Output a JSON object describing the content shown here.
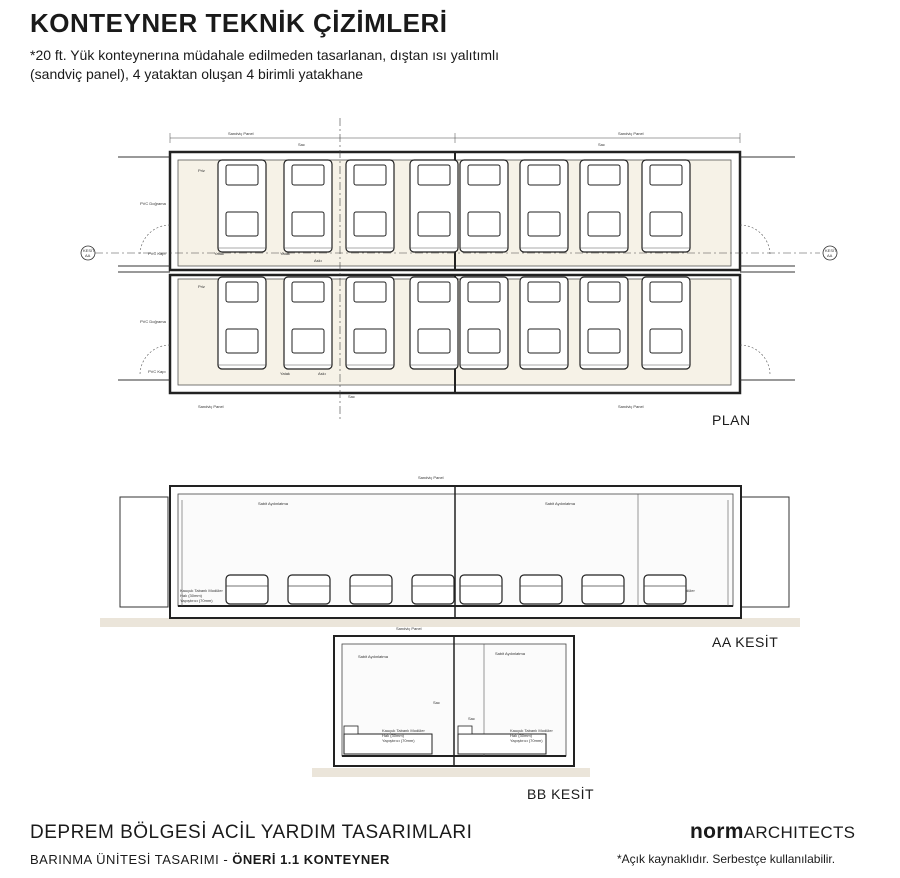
{
  "header": {
    "title": "KONTEYNER TEKNİK ÇİZİMLERİ",
    "subtitle_line1": "*20 ft. Yük konteynerına müdahale edilmeden tasarlanan, dıştan ısı yalıtımlı",
    "subtitle_line2": "(sandviç panel), 4 yataktan oluşan 4 birimli yatakhane"
  },
  "drawings": {
    "plan_label": "PLAN",
    "aa_label": "AA KESİT",
    "bb_label": "BB KESİT",
    "plan_notes": {
      "sandvic_panel": "Sandviç Panel",
      "sac": "Sac",
      "priz": "Priz",
      "pvc_dograma": "PVC Doğrama",
      "pvc_kapi": "PVC Kapı",
      "yatak": "Yatak",
      "aski": "Askı",
      "kesit": "KESİT",
      "aa": "AA"
    },
    "section_notes": {
      "sandvic_panel": "Sandviç Panel",
      "sabit_aydinlatma": "Sabit Aydınlatma",
      "kaucuk": "Kauçuk Tabanlı Modüler",
      "hali": "Halı (30mm)",
      "yapistirici": "Yapıştırıcı (70mm)",
      "sac": "Sac"
    }
  },
  "footer": {
    "line1": "DEPREM BÖLGESİ ACİL YARDIM TASARIMLARI",
    "line2_prefix": "BARINMA ÜNİTESİ TASARIMI - ",
    "line2_bold": "ÖNERİ 1.1 KONTEYNER",
    "brand_bold": "norm",
    "brand_rest": "ARCHITECTS",
    "license": "*Açık kaynaklıdır. Serbestçe kullanılabilir."
  }
}
